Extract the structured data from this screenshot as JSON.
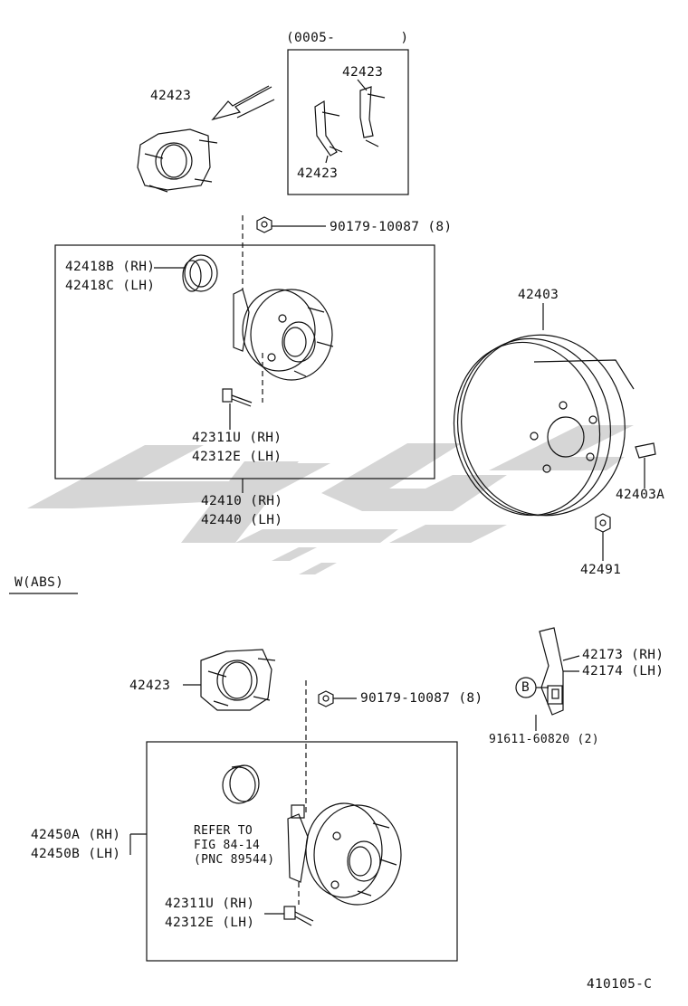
{
  "diagram": {
    "catalog_code": "410105-C",
    "date_range": "(0005-        )",
    "abs_note": "W(ABS)",
    "parts": {
      "p42423_top": "42423",
      "p42423_box_a": "42423",
      "p42423_box_b": "42423",
      "p90179_top": "90179-10087 (8)",
      "p42418b": "42418B (RH)",
      "p42418c": "42418C (LH)",
      "p42311u_top": "42311U (RH)",
      "p42312e_top": "42312E (LH)",
      "p42410": "42410 (RH)",
      "p42440": "42440 (LH)",
      "p42403": "42403",
      "p42403a": "42403A",
      "p42491": "42491",
      "p42423_abs": "42423",
      "p90179_abs": "90179-10087 (8)",
      "p42173": "42173 (RH)",
      "p42174": "42174 (LH)",
      "b_marker": "B",
      "p91611": "91611-60820 (2)",
      "p42450a": "42450A (RH)",
      "p42450b": "42450B (LH)",
      "refer_1": "REFER TO",
      "refer_2": "FIG 84-14",
      "refer_3": "(PNC 89544)",
      "p42311u_abs": "42311U (RH)",
      "p42312e_abs": "42312E (LH)"
    },
    "colors": {
      "line": "#111111",
      "watermark": "#d4d4d4"
    }
  }
}
